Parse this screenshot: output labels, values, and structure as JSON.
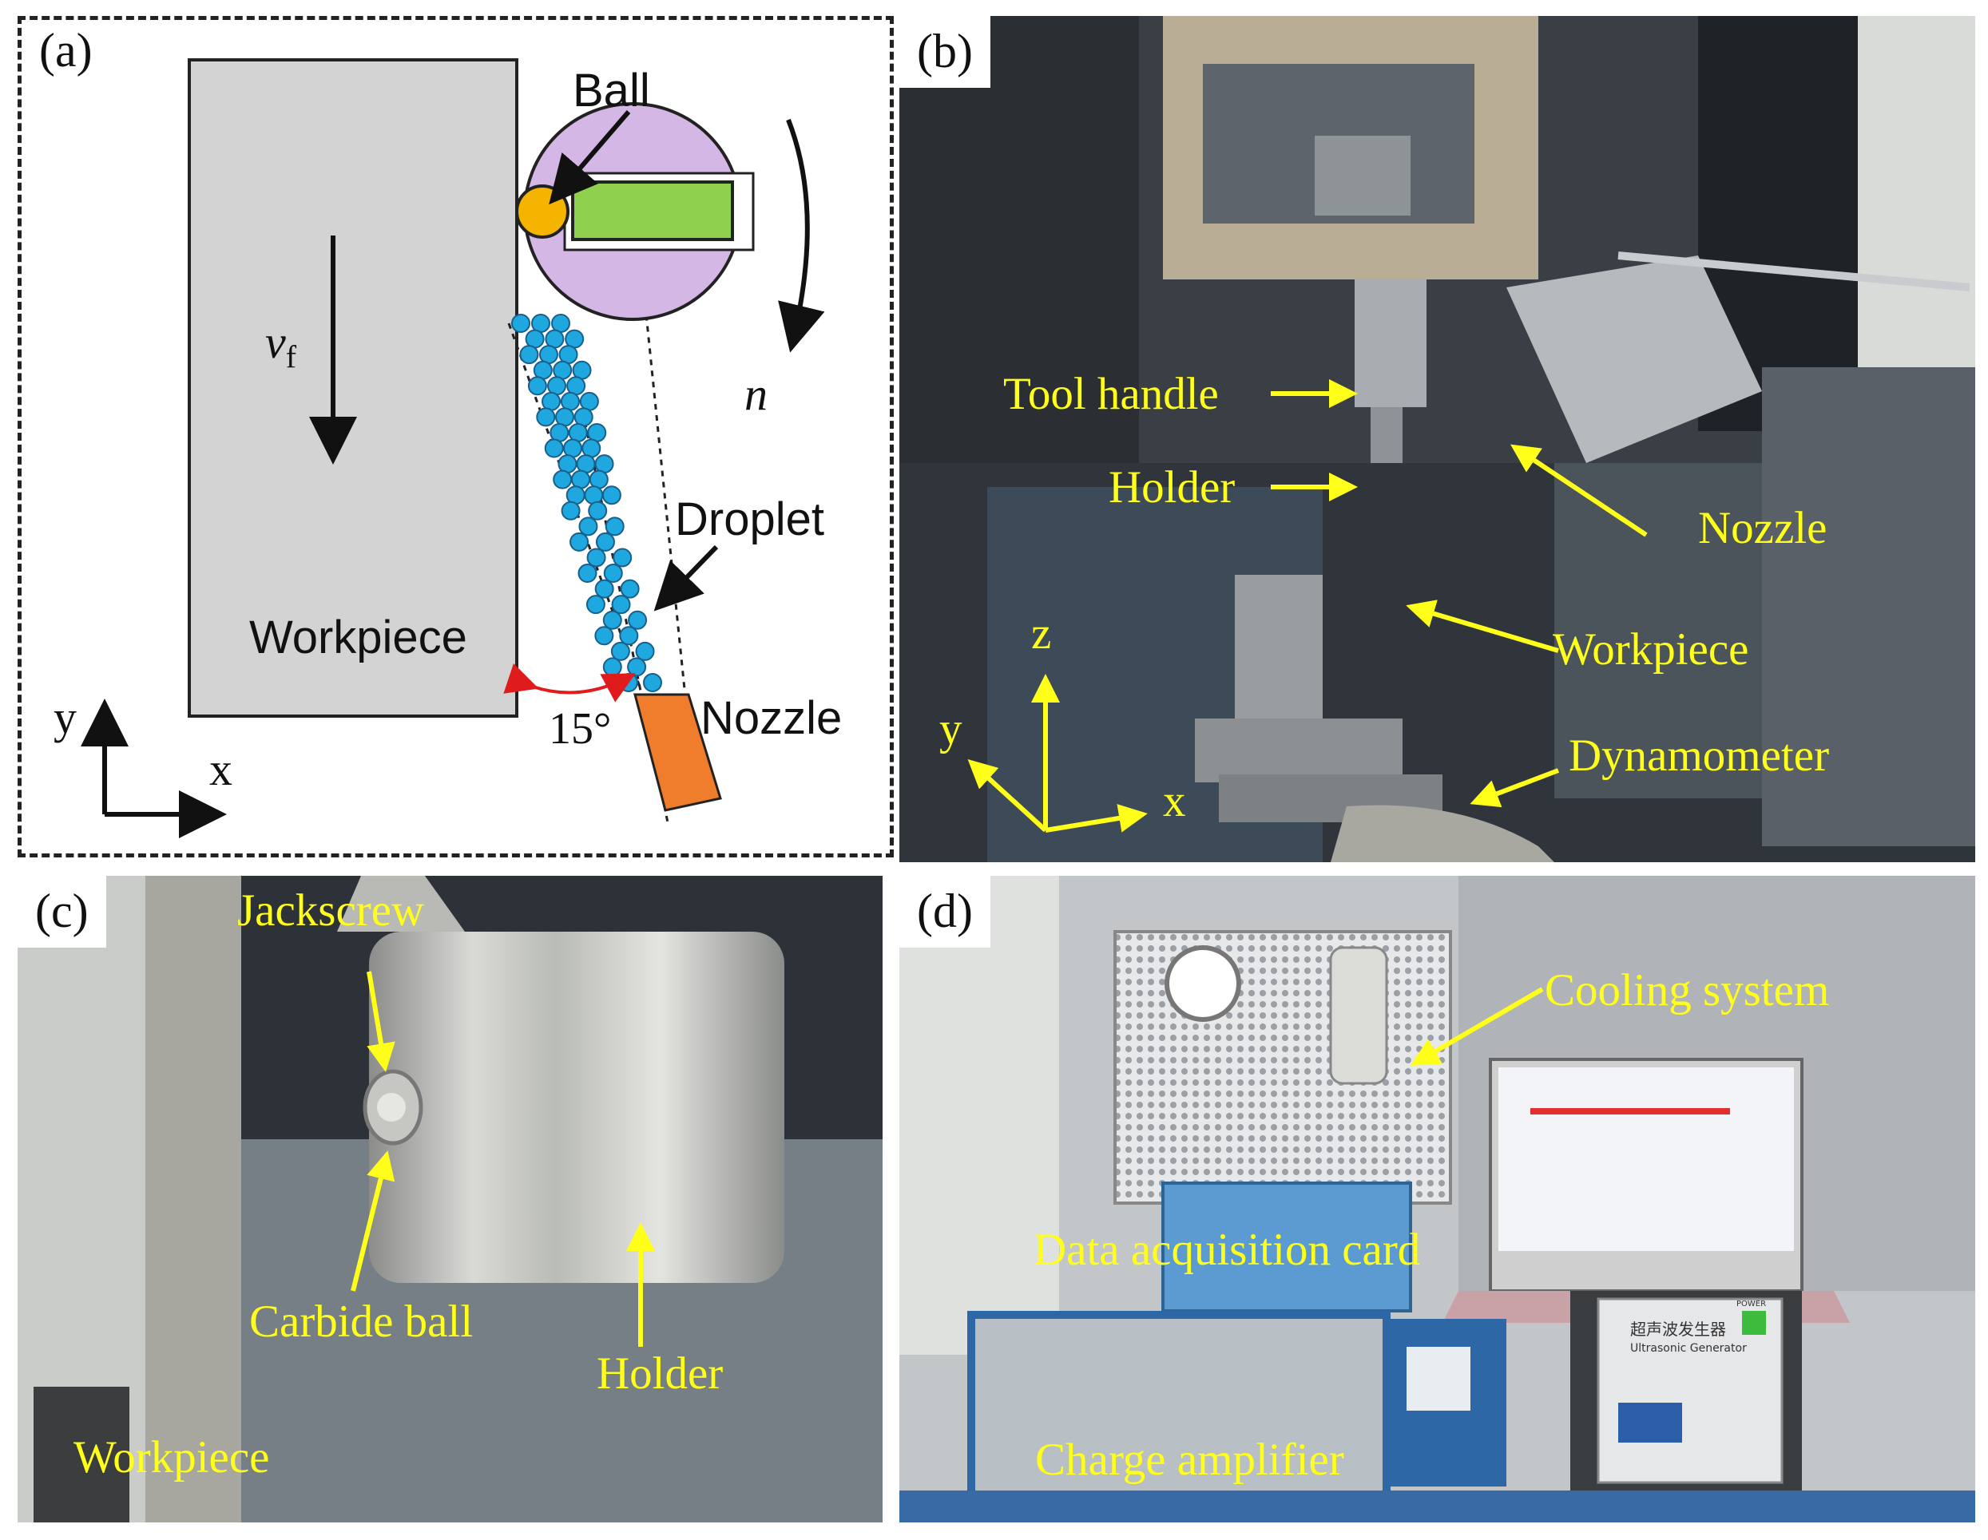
{
  "panel_a": {
    "tag": "(a)",
    "ball": "Ball",
    "velocity_symbol": "v",
    "velocity_subscript": "f",
    "rotation": "n",
    "droplet": "Droplet",
    "workpiece": "Workpiece",
    "angle": "15°",
    "nozzle": "Nozzle",
    "axis_y": "y",
    "axis_x": "x",
    "colors": {
      "workpiece": "#d3d3d3",
      "tool": "#d5b7e6",
      "holder_bar": "#8fd14f",
      "ball": "#f5b400",
      "droplet": "#1fa7e0",
      "nozzle": "#ef7d2b",
      "angle_arrow": "#e01b1b"
    }
  },
  "panel_b": {
    "tag": "(b)",
    "tool_handle": "Tool handle",
    "holder": "Holder",
    "nozzle": "Nozzle",
    "workpiece": "Workpiece",
    "dynamometer": "Dynamometer",
    "axis_z": "z",
    "axis_y": "y",
    "axis_x": "x"
  },
  "panel_c": {
    "tag": "(c)",
    "jackscrew": "Jackscrew",
    "carbide_ball": "Carbide ball",
    "holder": "Holder",
    "workpiece": "Workpiece"
  },
  "panel_d": {
    "tag": "(d)",
    "cooling_system": "Cooling system",
    "data_acquisition_card": "Data acquisition card",
    "charge_amplifier": "Charge amplifier",
    "generator_title": "超声波发生器",
    "generator_subtitle": "Ultrasonic Generator",
    "power": "POWER"
  },
  "label_color": "#ffff1a"
}
